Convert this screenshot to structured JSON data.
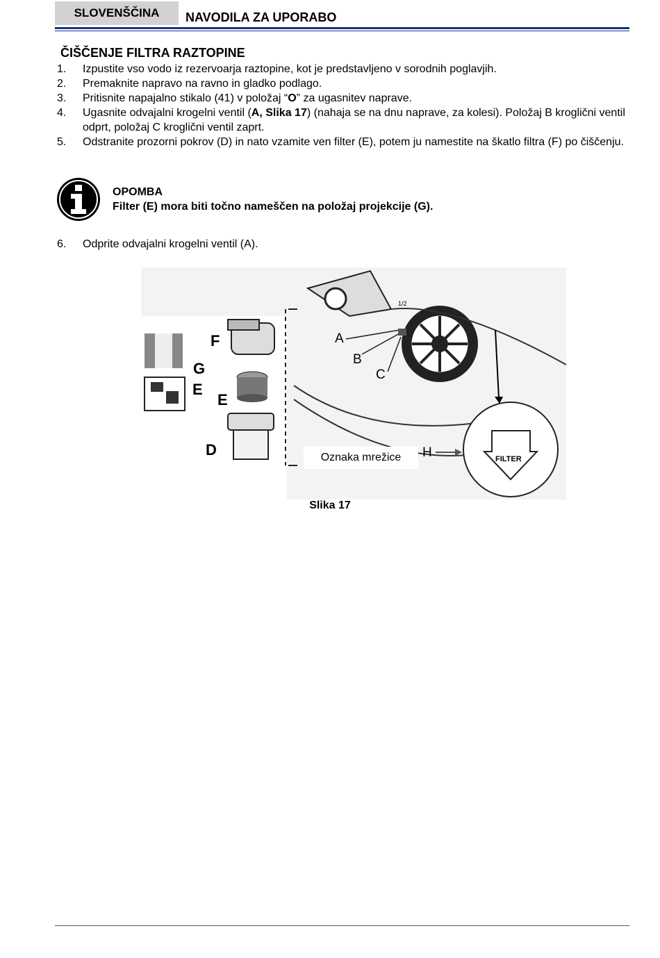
{
  "header": {
    "language_tab": "SLOVENŠČINA",
    "doc_title": "NAVODILA ZA UPORABO",
    "accent_color": "#1a2f8a"
  },
  "section": {
    "title": "ČIŠČENJE FILTRA RAZTOPINE",
    "steps": [
      {
        "num": "1.",
        "text": "Izpustite vso vodo iz rezervoarja raztopine, kot je predstavljeno v sorodnih poglavjih."
      },
      {
        "num": "2.",
        "text": "Premaknite napravo na ravno in gladko podlago."
      },
      {
        "num": "3.",
        "pre": "Pritisnite napajalno stikalo (41) v položaj “",
        "bold": "O",
        "post": "” za ugasnitev naprave."
      },
      {
        "num": "4.",
        "pre": "Ugasnite odvajalni krogelni ventil (",
        "bold": "A, Slika 17",
        "post": ") (nahaja se na dnu naprave, za kolesi).  Položaj B kroglični ventil odprt, položaj C kroglični ventil zaprt."
      },
      {
        "num": "5.",
        "text": "Odstranite prozorni pokrov (D) in nato vzamite ven filter (E), potem ju namestite na škatlo filtra (F) po čiščenju."
      }
    ],
    "step6": {
      "num": "6.",
      "text": "Odprite odvajalni krogelni ventil (A)."
    }
  },
  "note": {
    "icon": "info-icon",
    "heading": "OPOMBA",
    "text": "Filter (E) mora biti točno nameščen na položaj projekcije (G)."
  },
  "figure": {
    "caption": "Slika 17",
    "callout": "Oznaka mrežice",
    "labels": {
      "A": "A",
      "B": "B",
      "C": "C",
      "D": "D",
      "E1": "E",
      "E2": "E",
      "F": "F",
      "G": "G",
      "H": "H",
      "filter": "FILTER",
      "half": "1/2"
    }
  }
}
